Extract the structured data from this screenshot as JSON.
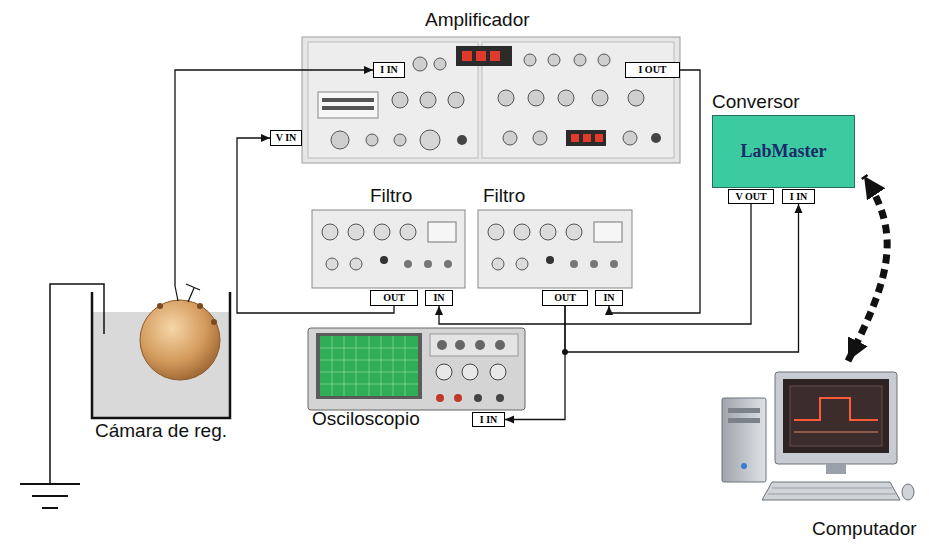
{
  "diagram": {
    "nodes": [
      {
        "text": [
          "Amplificador"
        ]
      },
      {
        "text": [
          "I IN"
        ],
        "in": 0
      },
      {
        "text": [
          "V IN"
        ],
        "in": 0
      },
      {
        "text": [
          "I OUT"
        ],
        "in": 0
      },
      {
        "text": [
          "Conversor",
          "LabMaster"
        ]
      },
      {
        "text": [
          "V OUT"
        ],
        "in": 4
      },
      {
        "text": [
          "I IN"
        ],
        "in": 4
      },
      {
        "text": [
          "Filtro"
        ]
      },
      {
        "text": [
          "OUT"
        ],
        "in": 7
      },
      {
        "text": [
          "IN"
        ],
        "in": 7
      },
      {
        "text": [
          "Filtro"
        ]
      },
      {
        "text": [
          "OUT"
        ],
        "in": 10
      },
      {
        "text": [
          "IN"
        ],
        "in": 10
      },
      {
        "text": [
          "Osciloscopio"
        ]
      },
      {
        "text": [
          "I IN"
        ],
        "in": 13
      },
      {
        "text": [
          "Cámara de reg."
        ]
      },
      {
        "text": [
          "Computador"
        ]
      }
    ],
    "edges": [
      {
        "from": 15,
        "to": 1,
        "arrow": "to"
      },
      {
        "from": 8,
        "to": 2,
        "arrow": "to"
      },
      {
        "from": 3,
        "to": 12,
        "arrow": "to"
      },
      {
        "from": 11,
        "to": 6,
        "arrow": "to"
      },
      {
        "from": 11,
        "to": 14,
        "arrow": "to"
      },
      {
        "from": 5,
        "to": 9,
        "arrow": "to"
      },
      {
        "from": 16,
        "to": 4,
        "arrow": "both"
      }
    ]
  }
}
